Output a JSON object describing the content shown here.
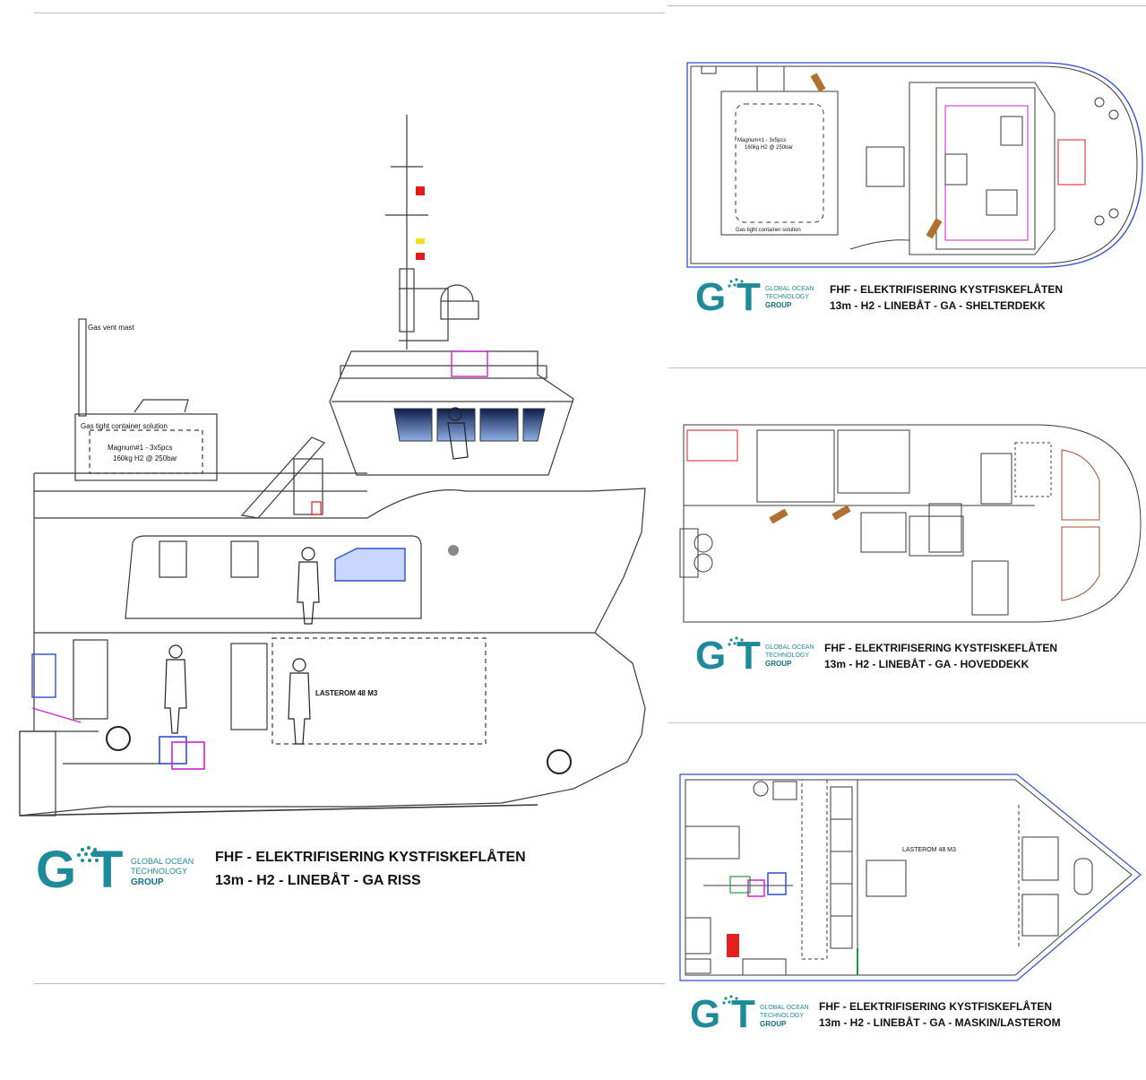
{
  "elevation": {
    "label_gas_vent_mast": "Gas vent mast",
    "label_container": "Gas tight container solution",
    "label_magnum_1": "Magnum#1 - 3x5pcs",
    "label_magnum_2": "160kg H2 @ 250bar",
    "label_cargo": "LASTEROM 48 M3",
    "caption_line1": "FHF  - ELEKTRIFISERING KYSTFISKEFLÅTEN",
    "caption_line2": "13m - H2 - LINEBÅT - GA RISS"
  },
  "shelterdeck": {
    "label_magnum_1": "Magnum#1 - 3x5pcs",
    "label_magnum_2": "160kg H2 @ 250bar",
    "label_container": "Gas tight container solution",
    "caption_line1": "FHF  - ELEKTRIFISERING KYSTFISKEFLÅTEN",
    "caption_line2": "13m - H2 - LINEBÅT - GA - SHELTERDEKK"
  },
  "maindeck": {
    "caption_line1": "FHF  - ELEKTRIFISERING KYSTFISKEFLÅTEN",
    "caption_line2": "13m - H2 - LINEBÅT - GA - HOVEDDEKK"
  },
  "engineroom": {
    "label_cargo": "LASTEROM 48 M3",
    "caption_line1": "FHF  - ELEKTRIFISERING KYSTFISKEFLÅTEN",
    "caption_line2": "13m - H2 - LINEBÅT - GA - MASKIN/LASTEROM"
  },
  "logo": {
    "line1": "GLOBAL OCEAN",
    "line2": "TECHNOLOGY",
    "line3": "GROUP"
  },
  "colors": {
    "logo_teal": "#1f8a9a",
    "logo_dark_teal": "#0f6f82",
    "hull_line": "#3a3a3a",
    "accent_blue": "#2f4fd0",
    "accent_magenta": "#d020d0"
  }
}
